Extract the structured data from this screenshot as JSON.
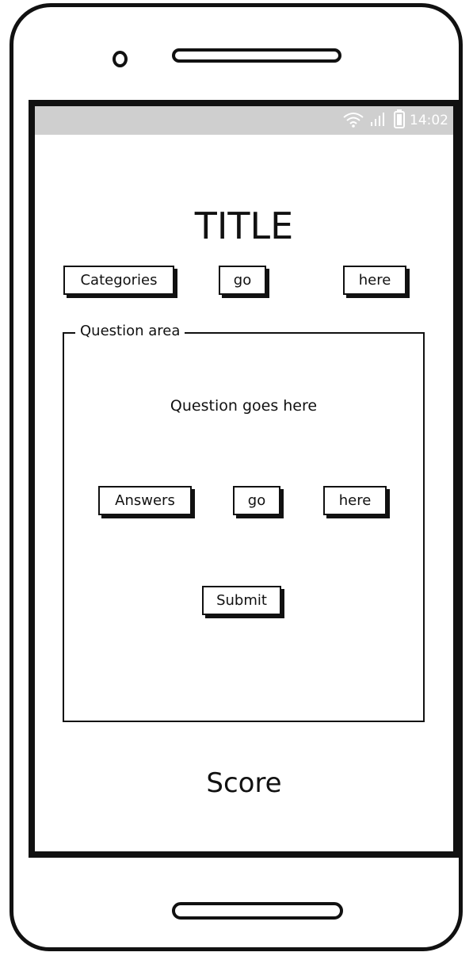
{
  "status_bar": {
    "time": "14:02",
    "icons": [
      "wifi-icon",
      "signal-icon",
      "battery-icon"
    ]
  },
  "title": "TITLE",
  "categories": {
    "buttons": [
      "Categories",
      "go",
      "here"
    ]
  },
  "question_area": {
    "legend": "Question area",
    "question": "Question goes here",
    "answers": [
      "Answers",
      "go",
      "here"
    ],
    "submit_label": "Submit"
  },
  "score_label": "Score",
  "colors": {
    "ink": "#111111",
    "status_bar": "#cfcfcf"
  }
}
